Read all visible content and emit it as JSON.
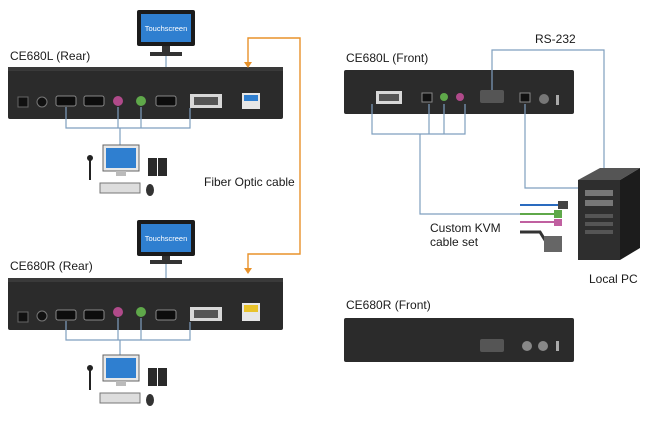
{
  "labels": {
    "ce680l_rear": "CE680L (Rear)",
    "ce680r_rear": "CE680R (Rear)",
    "ce680l_front": "CE680L (Front)",
    "ce680r_front": "CE680R (Front)",
    "rs232": "RS-232",
    "fiber": "Fiber Optic cable",
    "custom_kvm_1": "Custom KVM",
    "custom_kvm_2": "cable set",
    "local_pc": "Local PC",
    "touchscreen": "Touchscreen"
  },
  "colors": {
    "device_body": "#2b2b2b",
    "fiber_cable": "#e8922a",
    "link_line": "#7f9fbf",
    "screen": "#1f5fa8"
  }
}
